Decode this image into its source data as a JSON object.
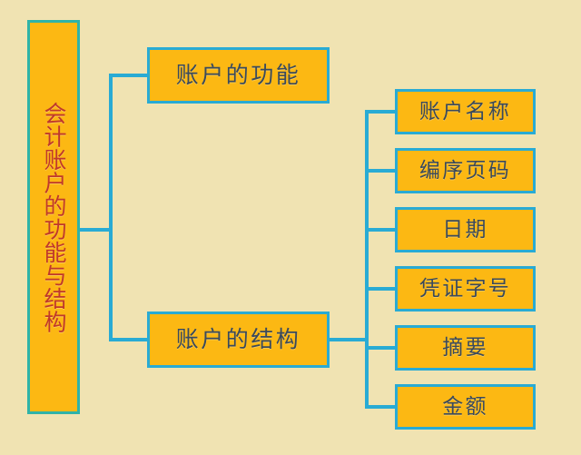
{
  "diagram": {
    "type": "mind-map",
    "title": "会计账户的功能与结构",
    "background_color": "#f0e3b2",
    "node_fill_color": "#fcb813",
    "connector_color": "#29abd4",
    "root": {
      "label": "会计账户的功能与结构",
      "text_color": "#c0392b",
      "border_color": "#2fb3a8",
      "orientation": "vertical"
    },
    "branches": [
      {
        "label": "账户的功能",
        "text_color": "#3a4a5c"
      },
      {
        "label": "账户的结构",
        "text_color": "#3a4a5c"
      }
    ],
    "leaves": [
      {
        "label": "账户名称"
      },
      {
        "label": "编序页码"
      },
      {
        "label": "日期"
      },
      {
        "label": "凭证字号"
      },
      {
        "label": "摘要"
      },
      {
        "label": "金额"
      }
    ]
  }
}
